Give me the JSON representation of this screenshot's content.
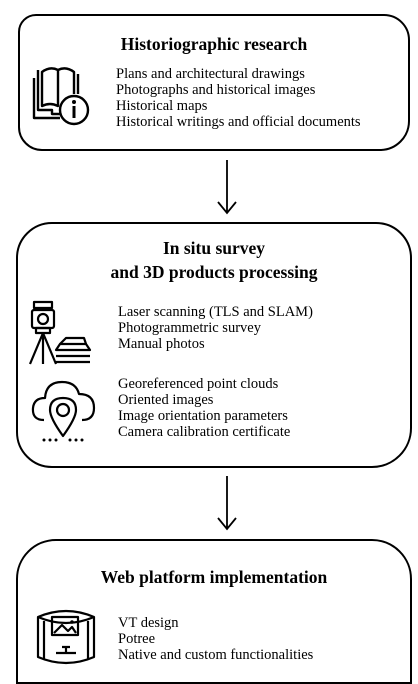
{
  "sections": [
    {
      "title": "Historiographic research",
      "items": [
        "Plans and architectural drawings",
        "Photographs and historical images",
        "Historical maps",
        "Historical writings and official documents"
      ],
      "icon": "book-info-icon"
    },
    {
      "title_line1": "In situ survey",
      "title_line2": "and 3D products processing",
      "group1": {
        "icon": "total-station-icon",
        "items": [
          "Laser scanning (TLS and SLAM)",
          "Photogrammetric survey",
          "Manual photos"
        ]
      },
      "group2": {
        "icon": "cloud-location-icon",
        "items": [
          "Georeferenced point clouds",
          "Oriented  images",
          "Image orientation parameters",
          "Camera calibration certificate"
        ]
      }
    },
    {
      "title": "Web platform implementation",
      "items": [
        "VT design",
        "Potree",
        "Native and custom functionalities"
      ],
      "icon": "virtual-tour-icon"
    }
  ],
  "arrows": [
    "down-arrow-icon",
    "down-arrow-icon"
  ]
}
